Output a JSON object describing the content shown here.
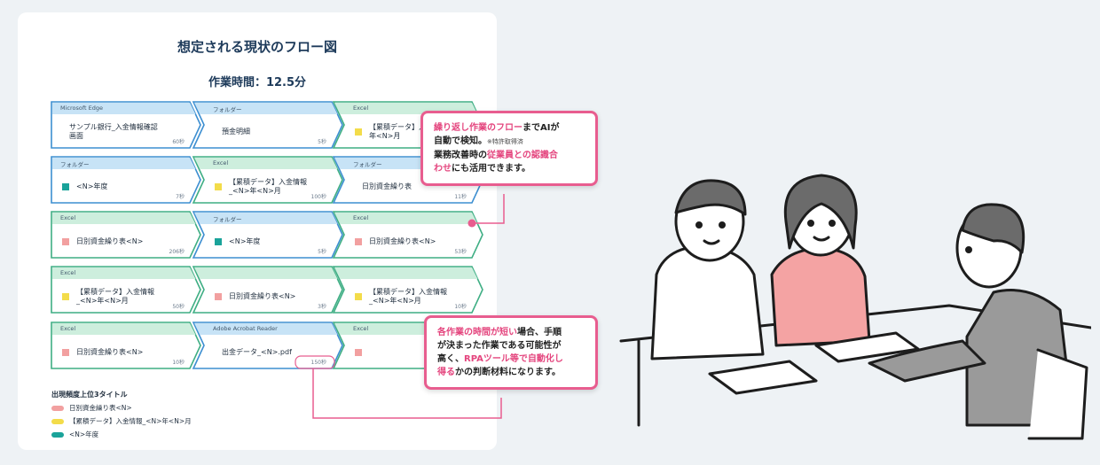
{
  "card": {
    "title": "想定される現状のフロー図",
    "time": "作業時間：12.5分"
  },
  "rows": [
    [
      {
        "app": "Microsoft Edge",
        "text": "サンプル銀行_入金情報確認\n画面",
        "secs": "60秒",
        "color": "",
        "head": "blue"
      },
      {
        "app": "フォルダー",
        "text": "預金明細",
        "secs": "5秒",
        "color": "",
        "head": "blue"
      },
      {
        "app": "Excel",
        "text": "【累積データ】入金情報_\n年<N>月",
        "secs": "",
        "color": "#f3dc4a",
        "head": "green"
      }
    ],
    [
      {
        "app": "フォルダー",
        "text": "<N>年度",
        "secs": "7秒",
        "color": "#1aa39a",
        "head": "blue"
      },
      {
        "app": "Excel",
        "text": "【累積データ】入金情報\n_<N>年<N>月",
        "secs": "100秒",
        "color": "#f3dc4a",
        "head": "green"
      },
      {
        "app": "フォルダー",
        "text": "日別資金繰り表",
        "secs": "11秒",
        "color": "",
        "head": "blue"
      }
    ],
    [
      {
        "app": "Excel",
        "text": "日別資金繰り表<N>",
        "secs": "206秒",
        "color": "#f2a0a0",
        "head": "green"
      },
      {
        "app": "フォルダー",
        "text": "<N>年度",
        "secs": "5秒",
        "color": "#1aa39a",
        "head": "blue"
      },
      {
        "app": "Excel",
        "text": "日別資金繰り表<N>",
        "secs": "53秒",
        "color": "#f2a0a0",
        "head": "green"
      }
    ],
    [
      {
        "app": "Excel",
        "text": "【累積データ】入金情報\n_<N>年<N>月",
        "secs": "50秒",
        "color": "#f3dc4a",
        "head": "green"
      },
      {
        "app": "",
        "text": "日別資金繰り表<N>",
        "secs": "3秒",
        "color": "#f2a0a0",
        "head": "green"
      },
      {
        "app": "",
        "text": "【累積データ】入金情報\n_<N>年<N>月",
        "secs": "10秒",
        "color": "#f3dc4a",
        "head": "green"
      }
    ],
    [
      {
        "app": "Excel",
        "text": "日別資金繰り表<N>",
        "secs": "10秒",
        "color": "#f2a0a0",
        "head": "green"
      },
      {
        "app": "Adobe Acrobat Reader",
        "text": "出金データ_<N>.pdf",
        "secs": "150秒",
        "color": "",
        "head": "blue"
      },
      {
        "app": "Excel",
        "text": "",
        "secs": "",
        "color": "#f2a0a0",
        "head": "green"
      }
    ]
  ],
  "legend": {
    "title": "出現頻度上位3タイトル",
    "items": [
      {
        "label": "日別資金繰り表<N>",
        "color": "#f2a0a0"
      },
      {
        "label": "【累積データ】入金情報_<N>年<N>月",
        "color": "#f3dc4a"
      },
      {
        "label": "<N>年度",
        "color": "#1aa39a"
      }
    ]
  },
  "callout1": {
    "p1": "繰り返し作業のフロー",
    "p2": "までAIが",
    "p3": "自動で検知。",
    "note": "※特許取得済",
    "p4": "業務改善時の",
    "p5": "従業員との認識合",
    "p6": "わせ",
    "p7": "にも活用できます。"
  },
  "callout2": {
    "p1": "各作業の時間が短い",
    "p2": "場合、手順",
    "p3": "が決まった作業である可能性が",
    "p4": "高く、",
    "p5": "RPAツール等で自動化し",
    "p6": "得る",
    "p7": "かの判断材料になります。"
  },
  "colors": {
    "accent": "#e85d8f",
    "blue_head": "#c7e3f6",
    "green_head": "#cdeedd",
    "blue_border": "#3d8fd1",
    "green_border": "#3fae84"
  }
}
